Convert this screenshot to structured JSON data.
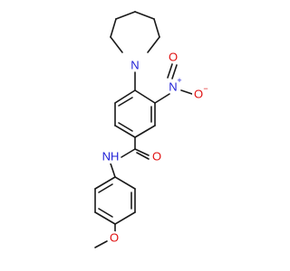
{
  "colors": {
    "bond": "#1a1a1a",
    "nitrogen": "#1f1fd6",
    "oxygen": "#e01010",
    "carbon": "#1a1a1a"
  },
  "atoms": {
    "azepane_n": "N",
    "nitro_n": "N",
    "nitro_n_charge": "+",
    "nitro_o": "O",
    "nitro_o_charge": "−",
    "amide_o": "O",
    "amide_nh": "NH",
    "ether_o": "O"
  }
}
